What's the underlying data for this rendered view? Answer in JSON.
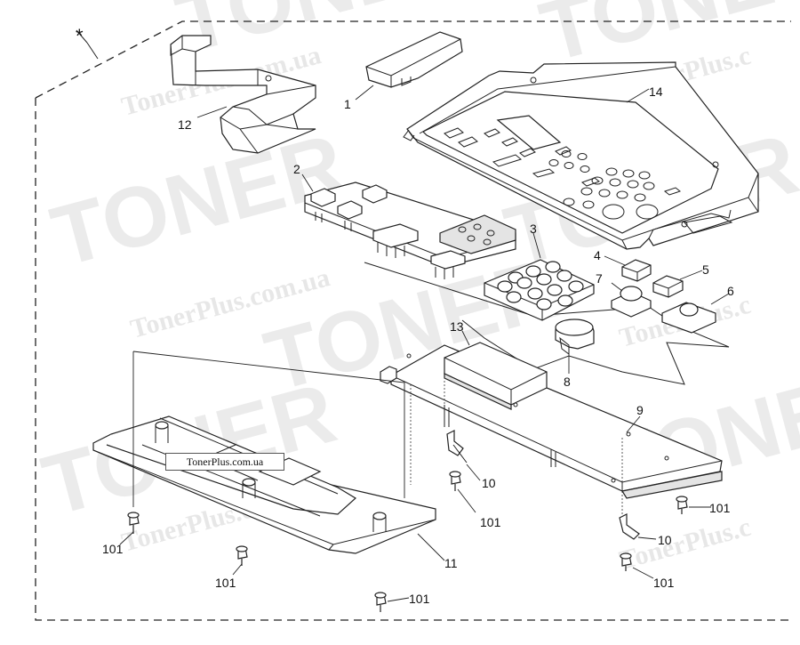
{
  "diagram": {
    "marker": "*",
    "stamp": "TonerPlus.com.ua",
    "watermarks": {
      "big": "TONER",
      "small": "TonerPlus.com.ua",
      "short": "TonerPlus.c"
    },
    "callouts": {
      "c1": "1",
      "c2": "2",
      "c3": "3",
      "c4": "4",
      "c5": "5",
      "c6": "6",
      "c7": "7",
      "c8": "8",
      "c9": "9",
      "c10a": "10",
      "c10b": "10",
      "c11": "11",
      "c12": "12",
      "c13": "13",
      "c14": "14",
      "c101a": "101",
      "c101b": "101",
      "c101c": "101",
      "c101d": "101",
      "c101e": "101",
      "c101f": "101"
    }
  }
}
